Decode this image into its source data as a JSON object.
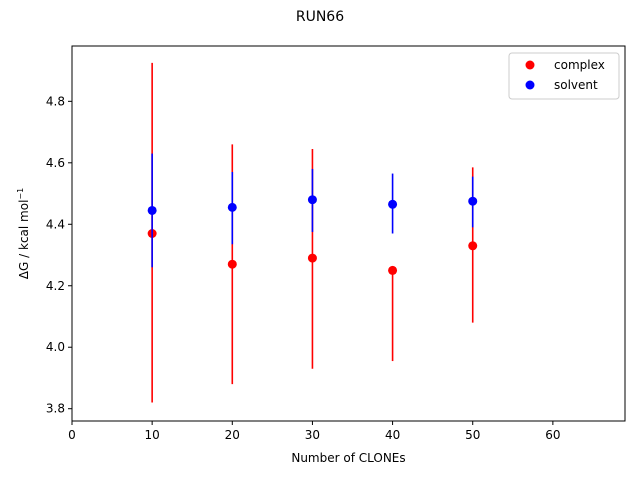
{
  "chart_data": {
    "type": "scatter",
    "title": "RUN66",
    "xlabel": "Number of CLONEs",
    "ylabel": "ΔG / kcal mol",
    "ylabel_superscript": "−1",
    "xlim": [
      0,
      69
    ],
    "ylim": [
      3.76,
      4.98
    ],
    "xticks": [
      0,
      10,
      20,
      30,
      40,
      50,
      60
    ],
    "xtick_labels": [
      "0",
      "10",
      "20",
      "30",
      "40",
      "50",
      "60"
    ],
    "yticks": [
      3.8,
      4.0,
      4.2,
      4.4,
      4.6,
      4.8
    ],
    "ytick_labels": [
      "3.8",
      "4.0",
      "4.2",
      "4.4",
      "4.6",
      "4.8"
    ],
    "grid": false,
    "legend_position": "top-right",
    "series": [
      {
        "name": "complex",
        "color": "#ff0000",
        "x": [
          10,
          20,
          30,
          40,
          50
        ],
        "y": [
          4.37,
          4.27,
          4.29,
          4.25,
          4.33
        ],
        "err_low": [
          3.82,
          3.88,
          3.93,
          3.955,
          4.08
        ],
        "err_high": [
          4.925,
          4.66,
          4.645,
          4.25,
          4.585
        ]
      },
      {
        "name": "solvent",
        "color": "#0000ff",
        "x": [
          10,
          20,
          30,
          40,
          50
        ],
        "y": [
          4.445,
          4.455,
          4.48,
          4.465,
          4.475
        ],
        "err_low": [
          4.26,
          4.335,
          4.375,
          4.37,
          4.39
        ],
        "err_high": [
          4.63,
          4.57,
          4.58,
          4.565,
          4.555
        ]
      }
    ]
  }
}
